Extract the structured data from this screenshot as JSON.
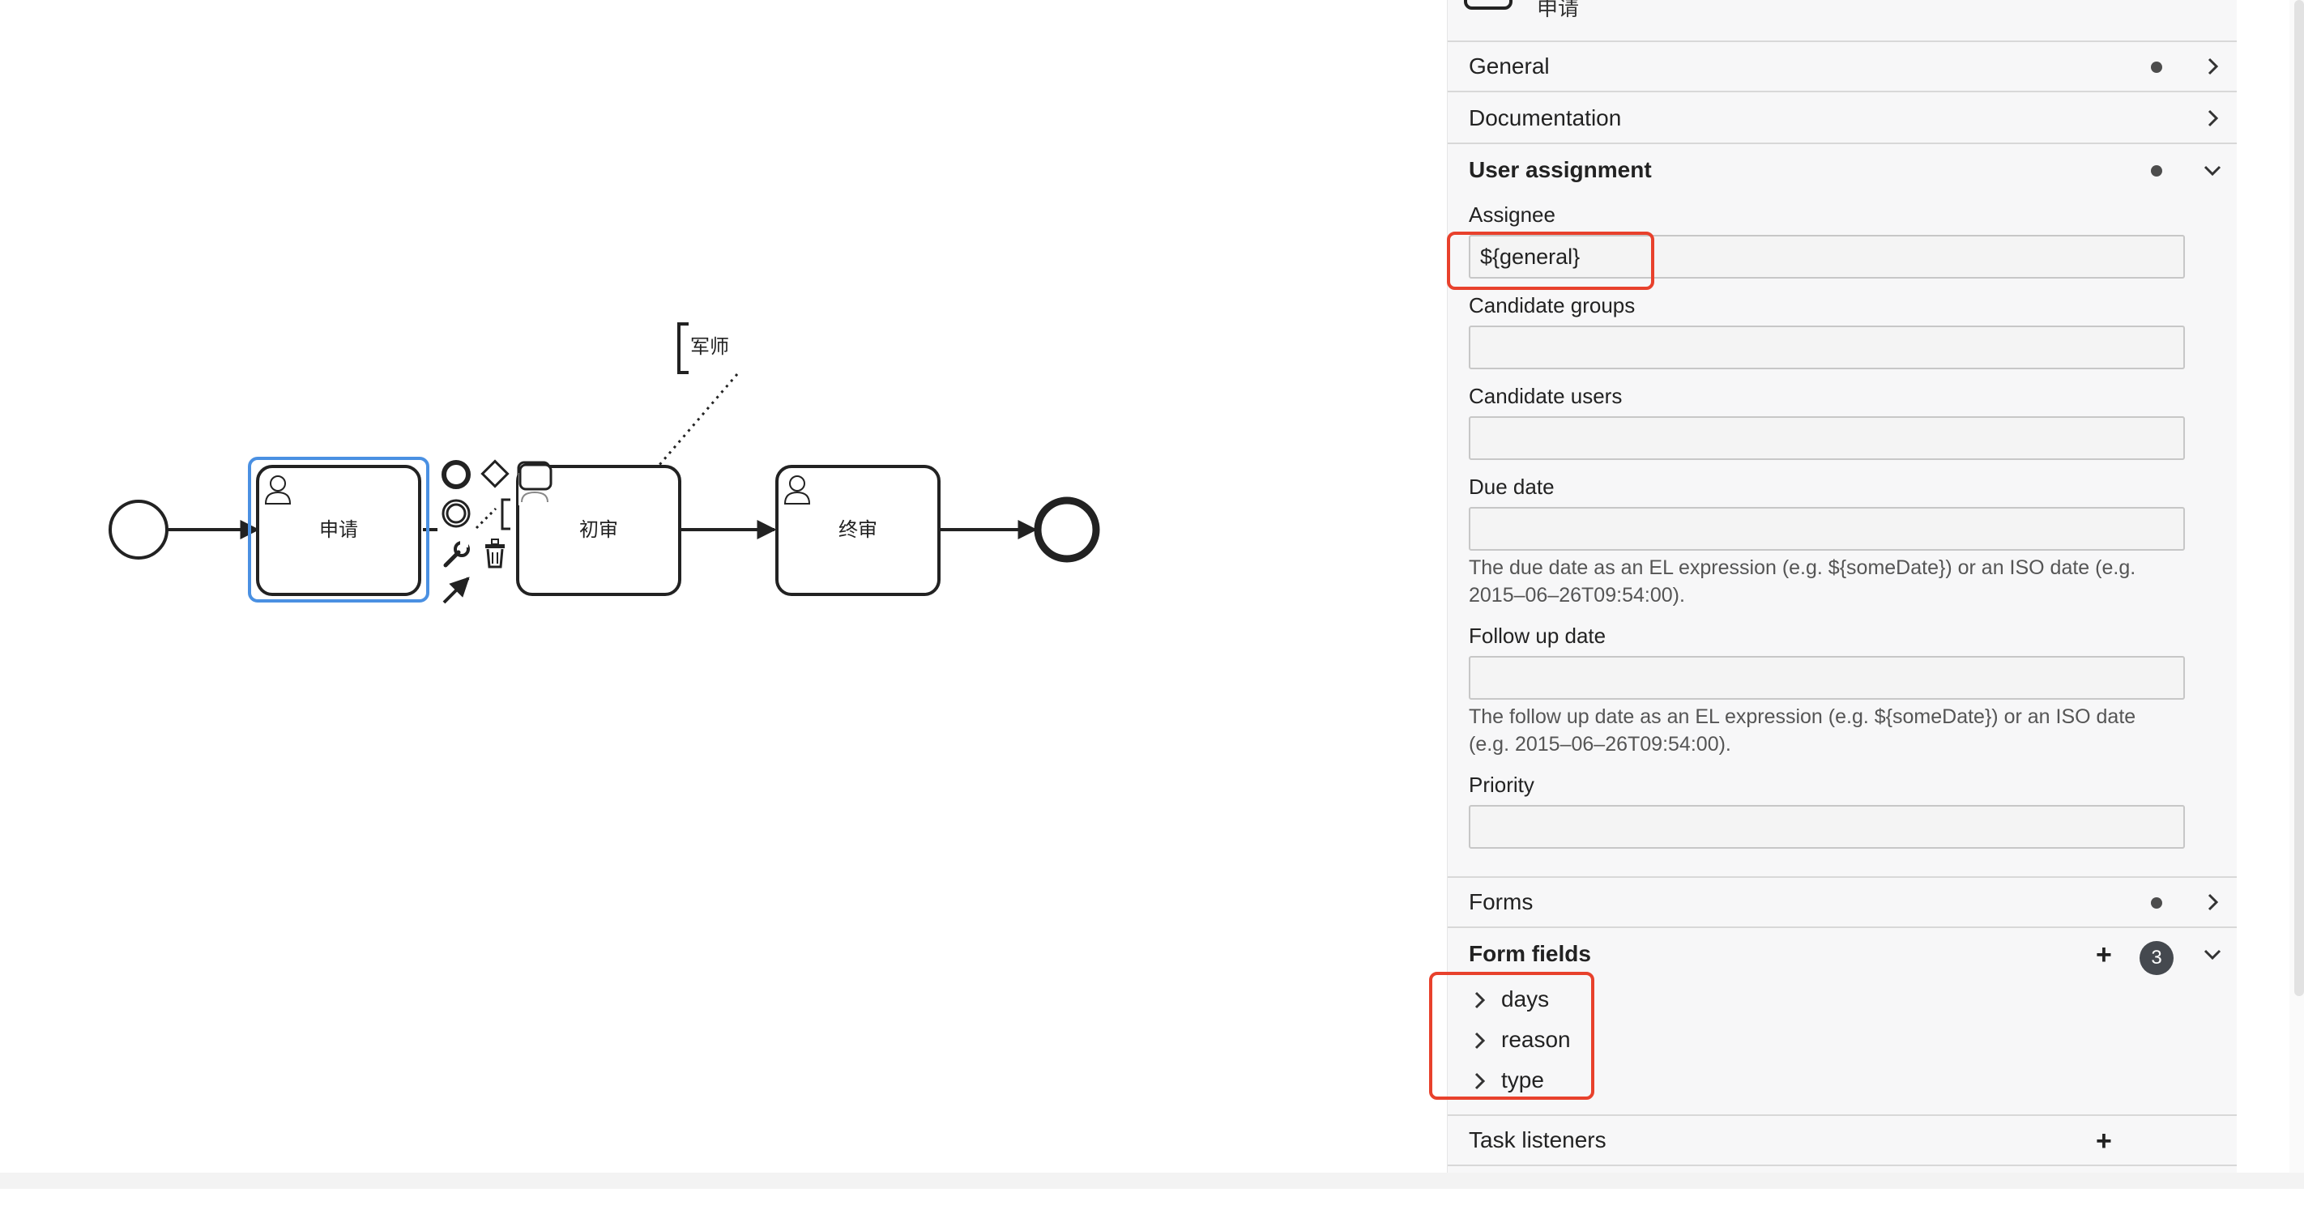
{
  "diagram": {
    "tasks": [
      {
        "name": "申请",
        "selected": true
      },
      {
        "name": "初审",
        "selected": false
      },
      {
        "name": "终审",
        "selected": false
      }
    ],
    "annotation": "军师"
  },
  "panel": {
    "header_name": "申请",
    "groups": {
      "general": "General",
      "documentation": "Documentation",
      "user_assignment": "User assignment",
      "forms": "Forms",
      "form_fields": "Form fields",
      "task_listeners": "Task listeners"
    },
    "form_fields_count": "3",
    "fields": {
      "assignee_label": "Assignee",
      "assignee_value": "${general}",
      "candidate_groups_label": "Candidate groups",
      "candidate_groups_value": "",
      "candidate_users_label": "Candidate users",
      "candidate_users_value": "",
      "due_date_label": "Due date",
      "due_date_value": "",
      "due_date_desc": "The due date as an EL expression (e.g. ${someDate}) or an ISO date (e.g. 2015–06–26T09:54:00).",
      "follow_up_label": "Follow up date",
      "follow_up_value": "",
      "follow_up_desc": "The follow up date as an EL expression (e.g. ${someDate}) or an ISO date (e.g. 2015–06–26T09:54:00).",
      "priority_label": "Priority",
      "priority_value": ""
    },
    "form_field_items": [
      "days",
      "reason",
      "type"
    ]
  },
  "colors": {
    "selection": "#4a90e2",
    "highlight": "#e8412c",
    "badge": "#45494f"
  }
}
